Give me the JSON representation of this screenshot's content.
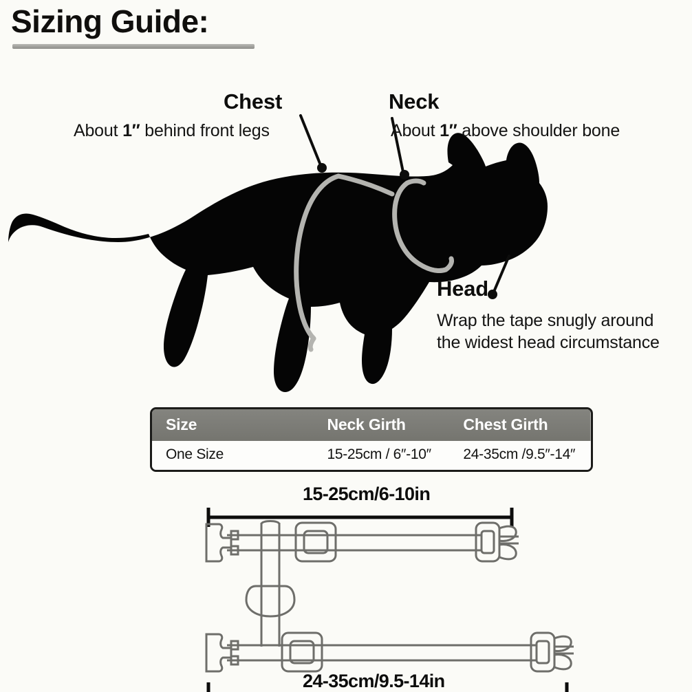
{
  "title": "Sizing Guide:",
  "annotations": {
    "chest": {
      "label": "Chest",
      "description": "About 1″ behind front legs",
      "desc_prefix": "About ",
      "desc_bold": "1″",
      "desc_suffix": " behind front legs"
    },
    "neck": {
      "label": "Neck",
      "description": "About 1″ above shoulder bone",
      "desc_prefix": "About ",
      "desc_bold": "1″",
      "desc_suffix": " above shoulder bone"
    },
    "head": {
      "label": "Head",
      "desc_line1": "Wrap the tape snugly around",
      "desc_line2": "the widest head circumstance"
    }
  },
  "size_table": {
    "headers": [
      "Size",
      "Neck Girth",
      "Chest Girth"
    ],
    "rows": [
      {
        "size": "One Size",
        "neck_girth": "15-25cm / 6″-10″",
        "chest_girth": "24-35cm /9.5″-14″"
      }
    ]
  },
  "harness": {
    "neck_strap_dimension": "15-25cm/6-10in",
    "chest_strap_dimension": "24-35cm/9.5-14in"
  },
  "colors": {
    "background": "#fbfbf7",
    "ink": "#0d0d0c",
    "cat_silhouette": "#050505",
    "tape": "#b4b4b0",
    "table_header": "#7b7b76",
    "table_body": "#fdfdfb",
    "rule": "#9a9a96",
    "hardware_outline": "#6e6e6a"
  }
}
